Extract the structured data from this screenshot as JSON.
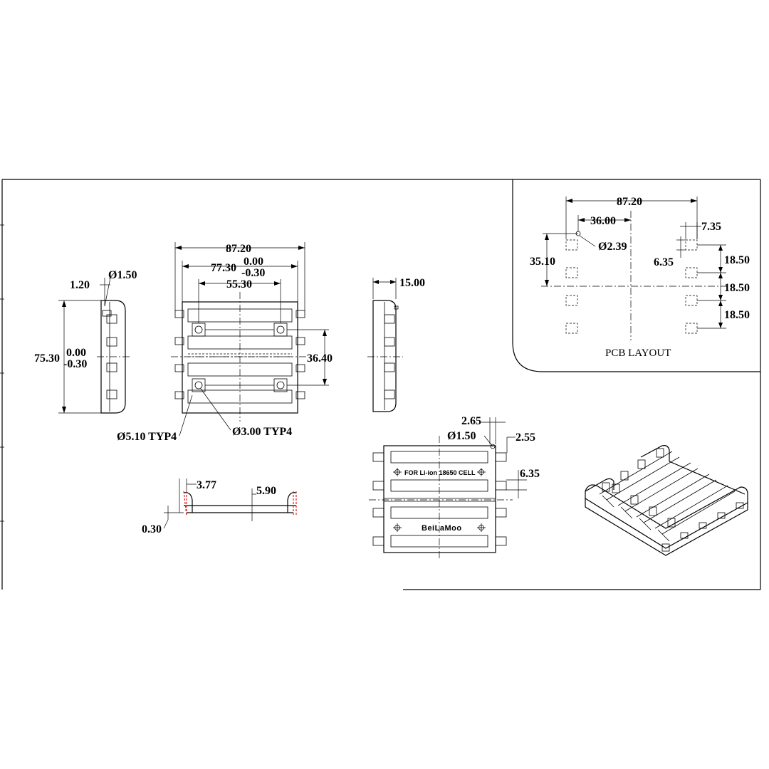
{
  "side_left": {
    "dim_hole": "Ø1.50",
    "dim_wall": "1.20",
    "dim_height": "75.30",
    "tol_upper": "0.00",
    "tol_lower": "-0.30"
  },
  "top_view": {
    "dim_overall": "87.20",
    "dim_inner": "77.30",
    "tol_upper": "0.00",
    "tol_lower": "-0.30",
    "dim_hole_span": "55.30",
    "dim_hole_pitch": "36.40",
    "callout_big_hole": "Ø5.10 TYP4",
    "callout_small_hole": "Ø3.00 TYP4"
  },
  "side_right": {
    "dim_depth": "15.00"
  },
  "section_view": {
    "dim_a": "3.77",
    "dim_b": "5.90",
    "dim_c": "0.30"
  },
  "bottom_view": {
    "dim_tab": "2.65",
    "dim_hole": "Ø1.50",
    "dim_tab_w": "2.55",
    "dim_tab_pitch": "6.35",
    "marking_cell": "FOR Li-ion 18650 CELL",
    "marking_brand": "BeiLaMoo"
  },
  "pcb_layout": {
    "title": "PCB  LAYOUT",
    "dim_overall": "87.20",
    "dim_offset": "36.00",
    "dim_hole": "Ø2.39",
    "dim_pad_w": "7.35",
    "dim_pad_h": "6.35",
    "dim_vert": "35.10",
    "dim_pitch_1": "18.50",
    "dim_pitch_2": "18.50",
    "dim_pitch_3": "18.50"
  }
}
